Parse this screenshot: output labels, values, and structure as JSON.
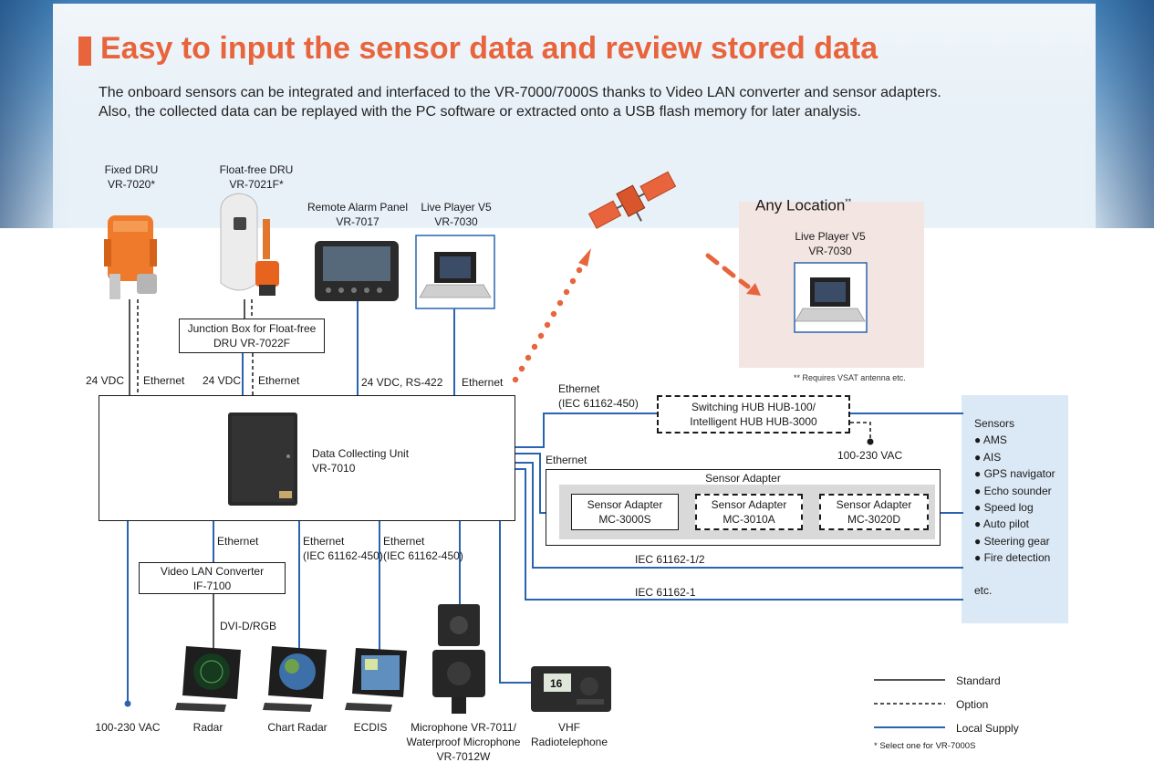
{
  "header": {
    "title": "Easy to input the sensor data and review stored data",
    "lead_line1": "The onboard sensors can be integrated and interfaced to the VR-7000/7000S thanks to Video LAN converter and sensor adapters.",
    "lead_line2": "Also, the collected data can be replayed with the PC software or extracted onto a USB flash memory for later analysis."
  },
  "devices": {
    "fixed_dru": {
      "line1": "Fixed DRU",
      "line2": "VR-7020*"
    },
    "float_dru": {
      "line1": "Float-free DRU",
      "line2": "VR-7021F*"
    },
    "alarm_panel": {
      "line1": "Remote Alarm Panel",
      "line2": "VR-7017"
    },
    "live_player": {
      "line1": "Live Player V5",
      "line2": "VR-7030"
    },
    "junction_box": {
      "line1": "Junction Box for Float-free",
      "line2": "DRU VR-7022F"
    },
    "dcu": {
      "line1": "Data Collecting Unit",
      "line2": "VR-7010"
    },
    "video_lan": {
      "line1": "Video LAN Converter",
      "line2": "IF-7100"
    },
    "hub": {
      "line1": "Switching HUB HUB-100/",
      "line2": "Intelligent HUB HUB-3000"
    },
    "sensor_adapter_group": "Sensor Adapter",
    "sa_3000s": {
      "line1": "Sensor Adapter",
      "line2": "MC-3000S"
    },
    "sa_3010a": {
      "line1": "Sensor Adapter",
      "line2": "MC-3010A"
    },
    "sa_3020d": {
      "line1": "Sensor Adapter",
      "line2": "MC-3020D"
    },
    "radar": "Radar",
    "chart_radar": "Chart Radar",
    "ecdis": "ECDIS",
    "microphone": {
      "line1": "Microphone VR-7011/",
      "line2": "Waterproof Microphone",
      "line3": "VR-7012W"
    },
    "vhf": {
      "line1": "VHF",
      "line2": "Radiotelephone"
    },
    "power_left": "100-230 VAC"
  },
  "remote": {
    "title": "Any Location",
    "title_mark": "**",
    "player_line1": "Live Player V5",
    "player_line2": "VR-7030",
    "note": "** Requires VSAT antenna etc."
  },
  "wire_labels": {
    "vdc_1": "24 VDC",
    "eth_1": "Ethernet",
    "vdc_2": "24 VDC",
    "eth_2": "Ethernet",
    "vdc_rs": "24 VDC, RS-422",
    "eth_3": "Ethernet",
    "eth_iec_top": "Ethernet",
    "iec_top": "(IEC 61162-450)",
    "hub_power": "100-230 VAC",
    "eth_adapter": "Ethernet",
    "iec_1_2": "IEC 61162-1/2",
    "iec_1": "IEC 61162-1",
    "eth_video": "Ethernet",
    "eth_chart": "Ethernet",
    "iec_chart": "(IEC 61162-450)",
    "eth_ecdis": "Ethernet",
    "iec_ecdis": "(IEC 61162-450)",
    "dvi": "DVI-D/RGB"
  },
  "sensors": {
    "heading": "Sensors",
    "items": [
      "AMS",
      "AIS",
      "GPS navigator",
      "Echo sounder",
      "Speed log",
      "Auto pilot",
      "Steering gear",
      "Fire detection"
    ],
    "etc": "etc."
  },
  "legend": {
    "standard": "Standard",
    "option": "Option",
    "local": "Local Supply",
    "note": "* Select one for VR-7000S"
  },
  "colors": {
    "accent": "#e8643c",
    "local_supply": "#2a63b0",
    "sensor_panel": "#dbe8f5",
    "satellite_link": "#e8643c"
  }
}
